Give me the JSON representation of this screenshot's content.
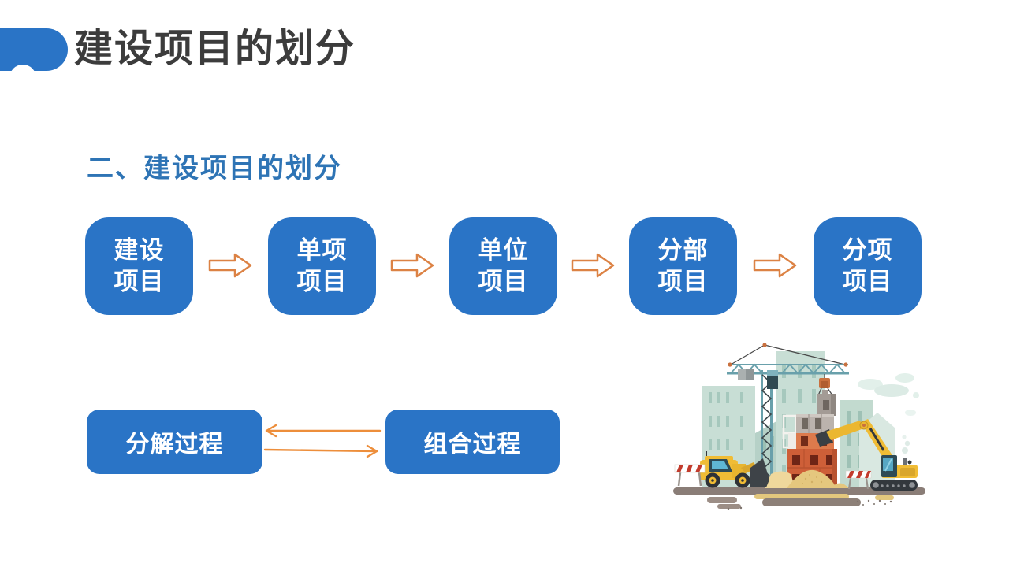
{
  "slide": {
    "title": "建设项目的划分",
    "subtitle": "二、建设项目的划分"
  },
  "flow": {
    "boxes": [
      {
        "line1": "建设",
        "line2": "项目"
      },
      {
        "line1": "单项",
        "line2": "项目"
      },
      {
        "line1": "单位",
        "line2": "项目"
      },
      {
        "line1": "分部",
        "line2": "项目"
      },
      {
        "line1": "分项",
        "line2": "项目"
      }
    ]
  },
  "process": {
    "left_label": "分解过程",
    "right_label": "组合过程"
  },
  "colors": {
    "accent_blue": "#2A74C6",
    "subtitle_blue": "#2E74B5",
    "title_color": "#3C3C3C",
    "arrow_orange": "#ED8E3B",
    "block_arrow_orange": "#DC8244"
  },
  "illustration": {
    "name": "construction-site-illustration",
    "palette": {
      "building_mint": "#C8DED5",
      "building_mint_dark": "#B6D1C7",
      "building_mint_light": "#D9E8E1",
      "window_mint": "#A6C8BD",
      "crane_teal": "#69A0AB",
      "brick_orange": "#CE5F38",
      "brick_orange_light": "#DD7A4C",
      "machine_yellow": "#F0BC35",
      "machine_dark": "#33383D",
      "cab_teal": "#2E4A55",
      "glass_blue": "#57A7C4",
      "sand_tan": "#E5C77E",
      "sand_light": "#EFD89C",
      "ground_gray": "#8A7D77",
      "barrier_red": "#C23B2C",
      "hook_orange": "#C9703E",
      "block_gray": "#A39B95"
    }
  }
}
